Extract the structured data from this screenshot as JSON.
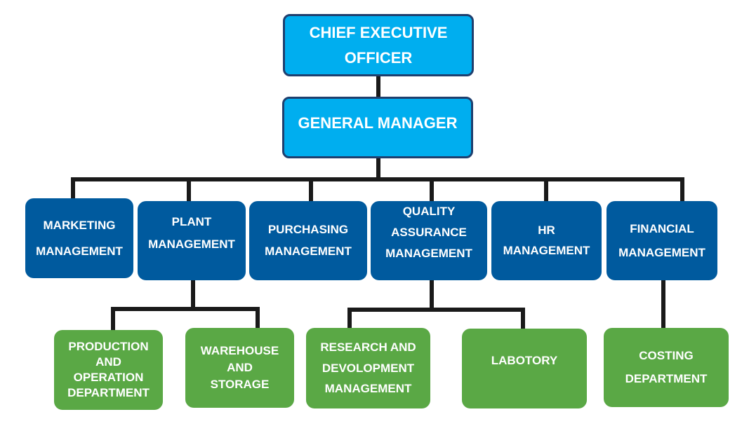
{
  "ceo": {
    "line1": "CHIEF EXECUTIVE",
    "line2": "OFFICER"
  },
  "gm": {
    "label": "GENERAL MANAGER"
  },
  "departments": {
    "marketing": {
      "line1": "MARKETING",
      "line2": "MANAGEMENT"
    },
    "plant": {
      "line1": "PLANT",
      "line2": "MANAGEMENT"
    },
    "purchasing": {
      "line1": "PURCHASING",
      "line2": "MANAGEMENT"
    },
    "quality": {
      "line1": "QUALITY",
      "line2": "ASSURANCE",
      "line3": "MANAGEMENT"
    },
    "hr": {
      "line1": "HR",
      "line2": "MANAGEMENT"
    },
    "financial": {
      "line1": "FINANCIAL",
      "line2": "MANAGEMENT"
    }
  },
  "units": {
    "production": {
      "line1": "PRODUCTION",
      "line2": "AND",
      "line3": "OPERATION",
      "line4": "DEPARTMENT"
    },
    "warehouse": {
      "line1": "WAREHOUSE",
      "line2": "AND",
      "line3": "STORAGE"
    },
    "research": {
      "line1": "RESEARCH AND",
      "line2": "DEVOLOPMENT",
      "line3": "MANAGEMENT"
    },
    "labotory": {
      "line1": "LABOTORY"
    },
    "costing": {
      "line1": "COSTING",
      "line2": "DEPARTMENT"
    }
  },
  "colors": {
    "top_fill": "#00aeef",
    "top_border": "#1f3f6e",
    "middle_fill": "#005a9e",
    "bottom_fill": "#5aa845",
    "connector": "#1a1a1a"
  }
}
